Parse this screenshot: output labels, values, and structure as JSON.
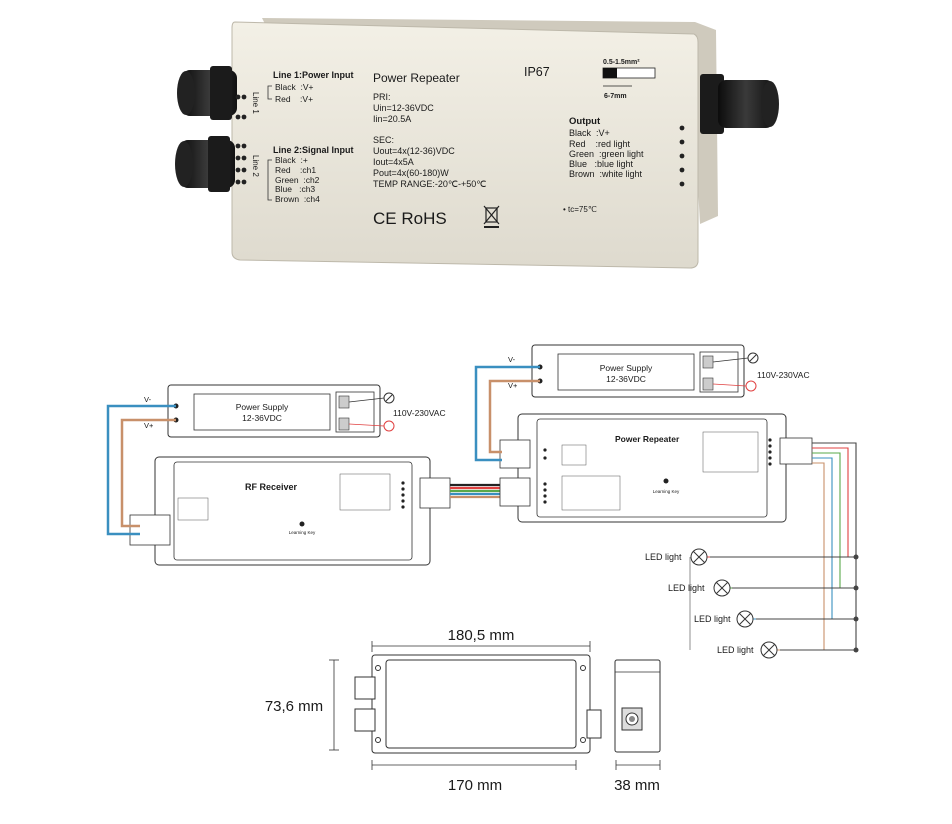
{
  "device": {
    "line1_title": "Line 1:Power Input",
    "line1_rows": [
      "Black  :V+",
      "Red    :V+"
    ],
    "line1_side": "Line 1",
    "line2_title": "Line 2:Signal Input",
    "line2_rows": [
      "Black  :+",
      "Red    :ch1",
      "Green  :ch2",
      "Blue   :ch3",
      "Brown  :ch4"
    ],
    "line2_side": "Line 2",
    "name": "Power Repeater",
    "ip": "IP67",
    "pri_label": "PRI:",
    "pri_rows": [
      "Uin=12-36VDC",
      "Iin=20.5A"
    ],
    "sec_label": "SEC:",
    "sec_rows": [
      "Uout=4x(12-36)VDC",
      "Iout=4x5A",
      "Pout=4x(60-180)W",
      "TEMP RANGE:-20℃-+50℃"
    ],
    "cert": "CE RoHS",
    "wire_top": "0.5-1.5mm²",
    "wire_bottom": "6-7mm",
    "output_title": "Output",
    "output_rows": [
      "Black  :V+",
      "Red    :red light",
      "Green  :green light",
      "Blue   :blue light",
      "Brown  :white light"
    ],
    "tc": "• tc=75℃"
  },
  "wiring": {
    "ps_label_1": "Power Supply",
    "ps_label_2": "12-36VDC",
    "ac_label": "110V-230VAC",
    "v_minus": "V-",
    "v_plus": "V+",
    "rf_receiver": "RF Receiver",
    "repeater": "Power Repeater",
    "learning_key": "Learning Key",
    "led_labels": [
      "LED light",
      "LED light",
      "LED light",
      "LED light"
    ],
    "wire_colors": {
      "blue": "#3a8fc0",
      "brown": "#c8906a",
      "green": "#5aa84a",
      "red": "#e04040",
      "gray": "#666666"
    }
  },
  "dimensions": {
    "length_total": "180,5 mm",
    "height": "73,6 mm",
    "length_body": "170 mm",
    "depth": "38 mm"
  }
}
